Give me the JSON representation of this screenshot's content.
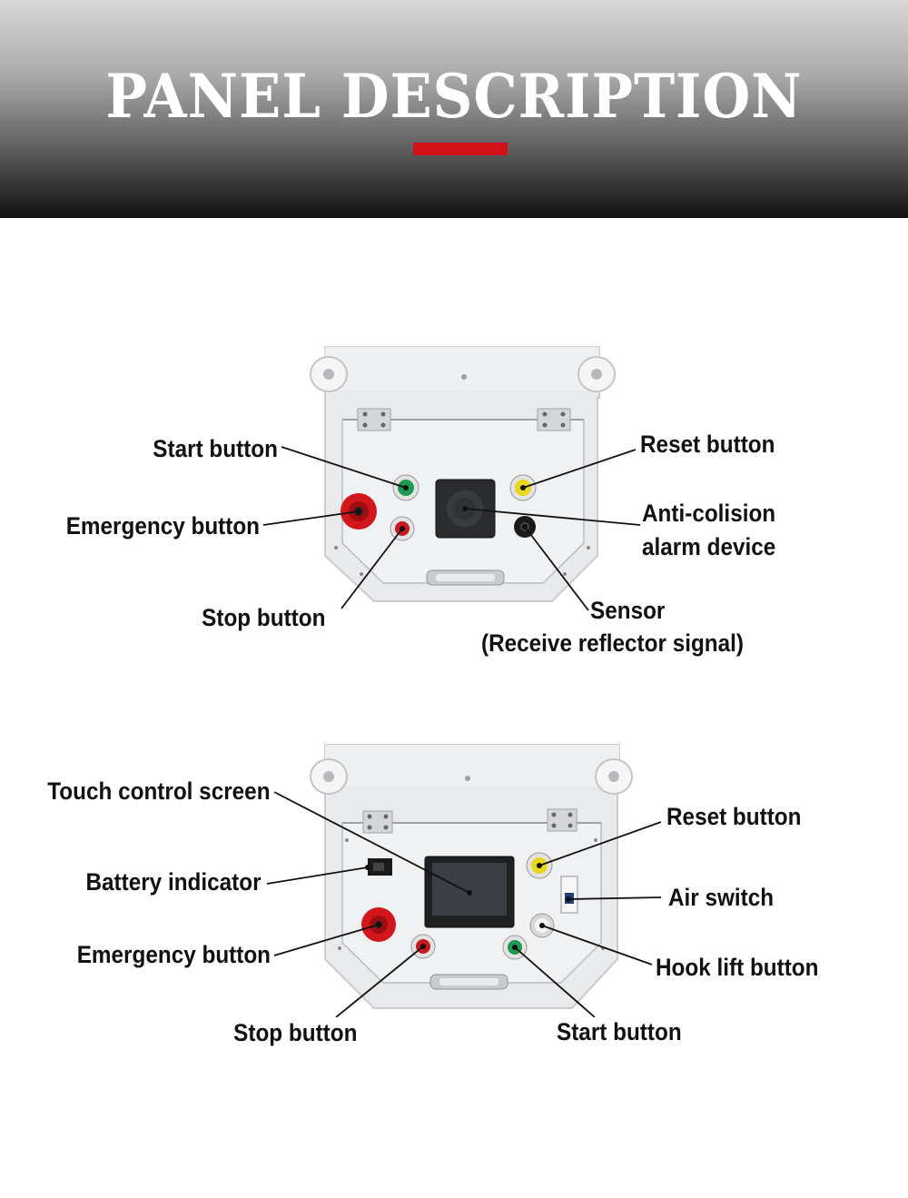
{
  "header": {
    "title": "PANEL DESCRIPTION",
    "accent_color": "#d1101a"
  },
  "panel_top": {
    "labels": {
      "start": "Start button",
      "emergency": "Emergency button",
      "stop": "Stop button",
      "reset": "Reset button",
      "alarm_line1": "Anti-colision",
      "alarm_line2": "alarm device",
      "sensor_line1": "Sensor",
      "sensor_line2": "(Receive reflector signal)"
    }
  },
  "panel_bottom": {
    "labels": {
      "touch_screen": "Touch control screen",
      "battery": "Battery indicator",
      "emergency": "Emergency button",
      "stop": "Stop button",
      "reset": "Reset button",
      "air_switch": "Air switch",
      "hook_lift": "Hook lift button",
      "start": "Start button"
    }
  },
  "colors": {
    "start": "#1e9a52",
    "stop": "#c81920",
    "emergency": "#d3151c",
    "reset": "#e8d81a",
    "hook_lift": "#f4f4f4"
  }
}
